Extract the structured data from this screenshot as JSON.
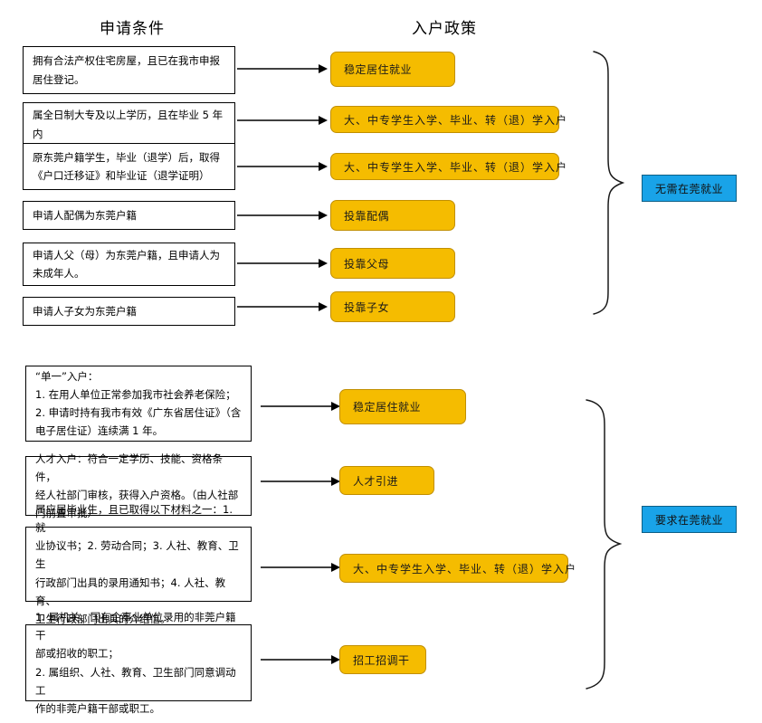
{
  "headers": {
    "left": "申请条件",
    "right": "入户政策"
  },
  "colors": {
    "policy_fill": "#F5BC00",
    "policy_border": "#C18F00",
    "result_fill": "#19A3E8",
    "result_border": "#0d5f86",
    "box_border": "#000000",
    "page_background": "#ffffff"
  },
  "groups": [
    {
      "id": "no-employment-required",
      "result_label": "无需在莞就业",
      "rows": [
        {
          "condition": "拥有合法产权住宅房屋，且已在我市申报\n居住登记。",
          "policy": "稳定居住就业"
        },
        {
          "condition": "属全日制大专及以上学历，且在毕业 5 年\n内",
          "policy": "大、中专学生入学、毕业、转（退）学入户"
        },
        {
          "condition": "原东莞户籍学生，毕业（退学）后，取得\n《户口迁移证》和毕业证（退学证明）",
          "policy": "大、中专学生入学、毕业、转（退）学入户"
        },
        {
          "condition": "申请人配偶为东莞户籍",
          "policy": "投靠配偶"
        },
        {
          "condition": "申请人父（母）为东莞户籍，且申请人为\n未成年人。",
          "policy": "投靠父母"
        },
        {
          "condition": "申请人子女为东莞户籍",
          "policy": "投靠子女"
        }
      ]
    },
    {
      "id": "employment-required",
      "result_label": "要求在莞就业",
      "rows": [
        {
          "condition": "“单一”入户：\n1. 在用人单位正常参加我市社会养老保险；\n2. 申请时持有我市有效《广东省居住证》（含\n电子居住证）连续满 1 年。",
          "policy": "稳定居住就业"
        },
        {
          "condition": "人才入户：符合一定学历、技能、资格条件，\n经人社部门审核，获得入户资格。（由人社部\n门前置审批）",
          "policy": "人才引进"
        },
        {
          "condition": "属应届毕业生，且已取得以下材料之一：1. 就\n业协议书；2. 劳动合同；3. 人社、教育、卫生\n行政部门出具的录用通知书；4. 人社、教育、\n卫生行政部门出具的介绍信。",
          "policy": "大、中专学生入学、毕业、转（退）学入户"
        },
        {
          "condition": "1. 属机关、国有企事业单位录用的非莞户籍干\n部或招收的职工；\n2. 属组织、人社、教育、卫生部门同意调动工\n作的非莞户籍干部或职工。",
          "policy": "招工招调干"
        }
      ]
    }
  ]
}
